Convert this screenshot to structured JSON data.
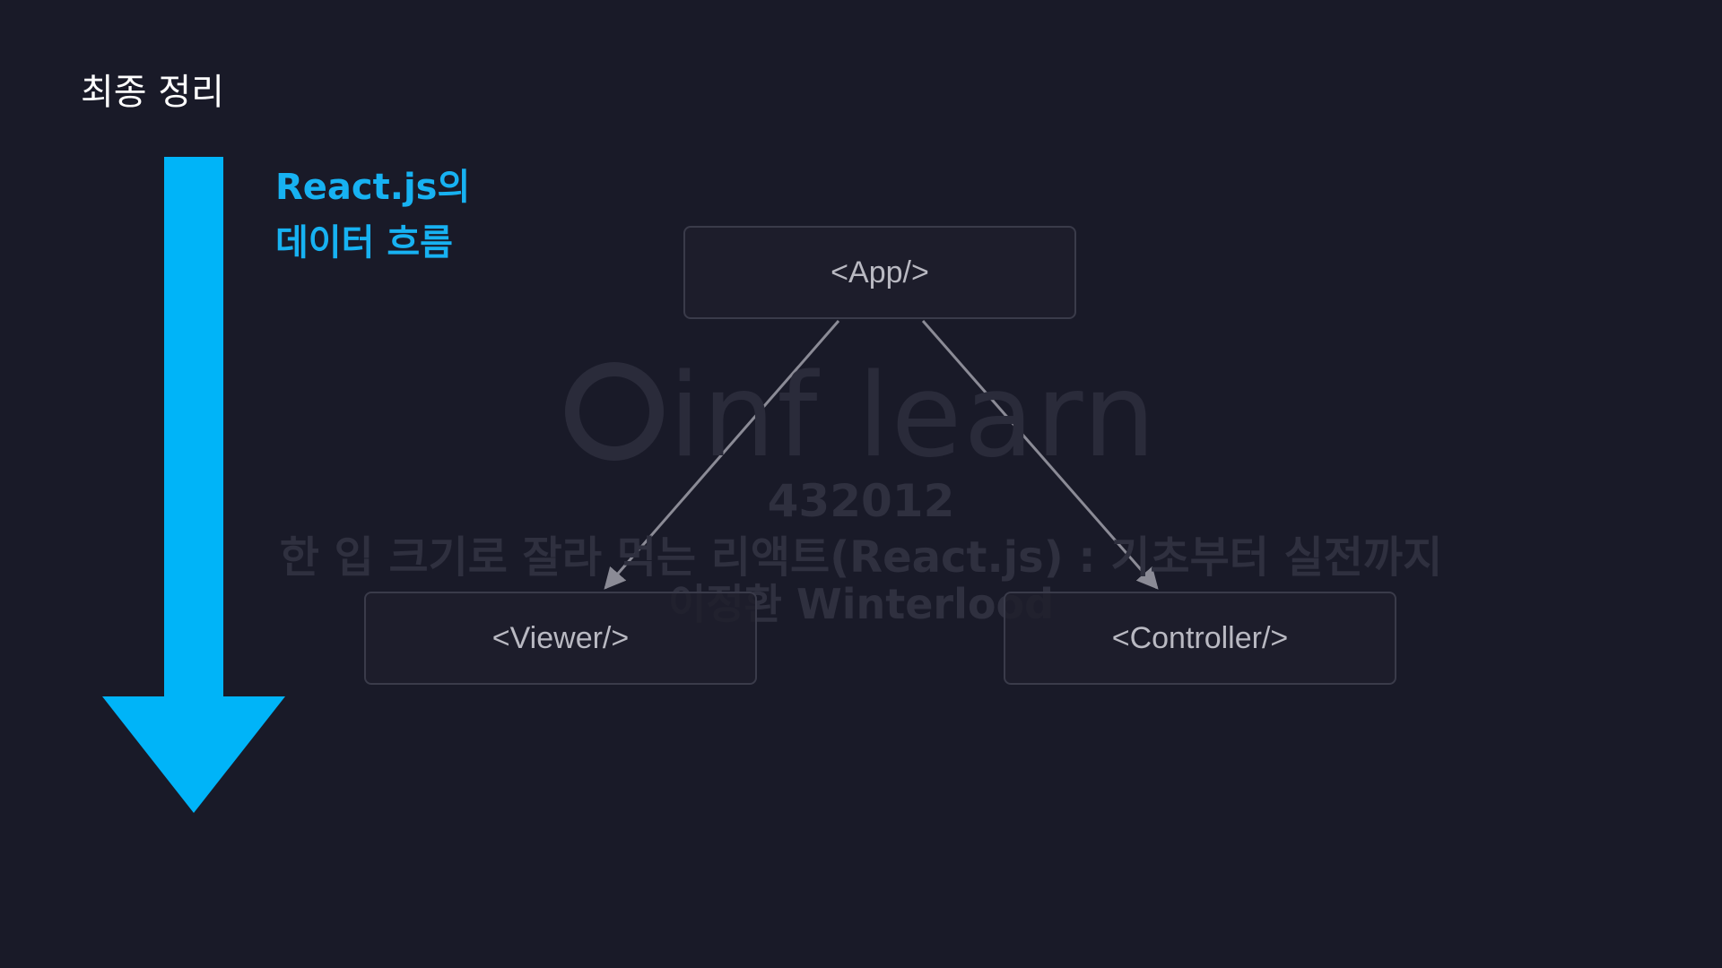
{
  "slide": {
    "title": "최종 정리",
    "flow_label_line1": "React.js의",
    "flow_label_line2": "데이터 흐름"
  },
  "watermark": {
    "logo_text": "inf learn",
    "id": "432012",
    "course": "한 입 크기로 잘라 먹는 리액트(React.js) : 기초부터 실전까지",
    "author": "이정환 Winterlood"
  },
  "components": {
    "app": "<App/>",
    "viewer": "<Viewer/>",
    "controller": "<Controller/>"
  },
  "colors": {
    "background": "#191a28",
    "accent": "#00b4f8",
    "label": "#17b2f2",
    "connector": "#8b8b96",
    "box_border": "#3a3b4a",
    "box_text": "#b9b9c2"
  },
  "icons": {
    "flow_arrow": "down-arrow-icon",
    "logo": "inflearn-logo"
  }
}
